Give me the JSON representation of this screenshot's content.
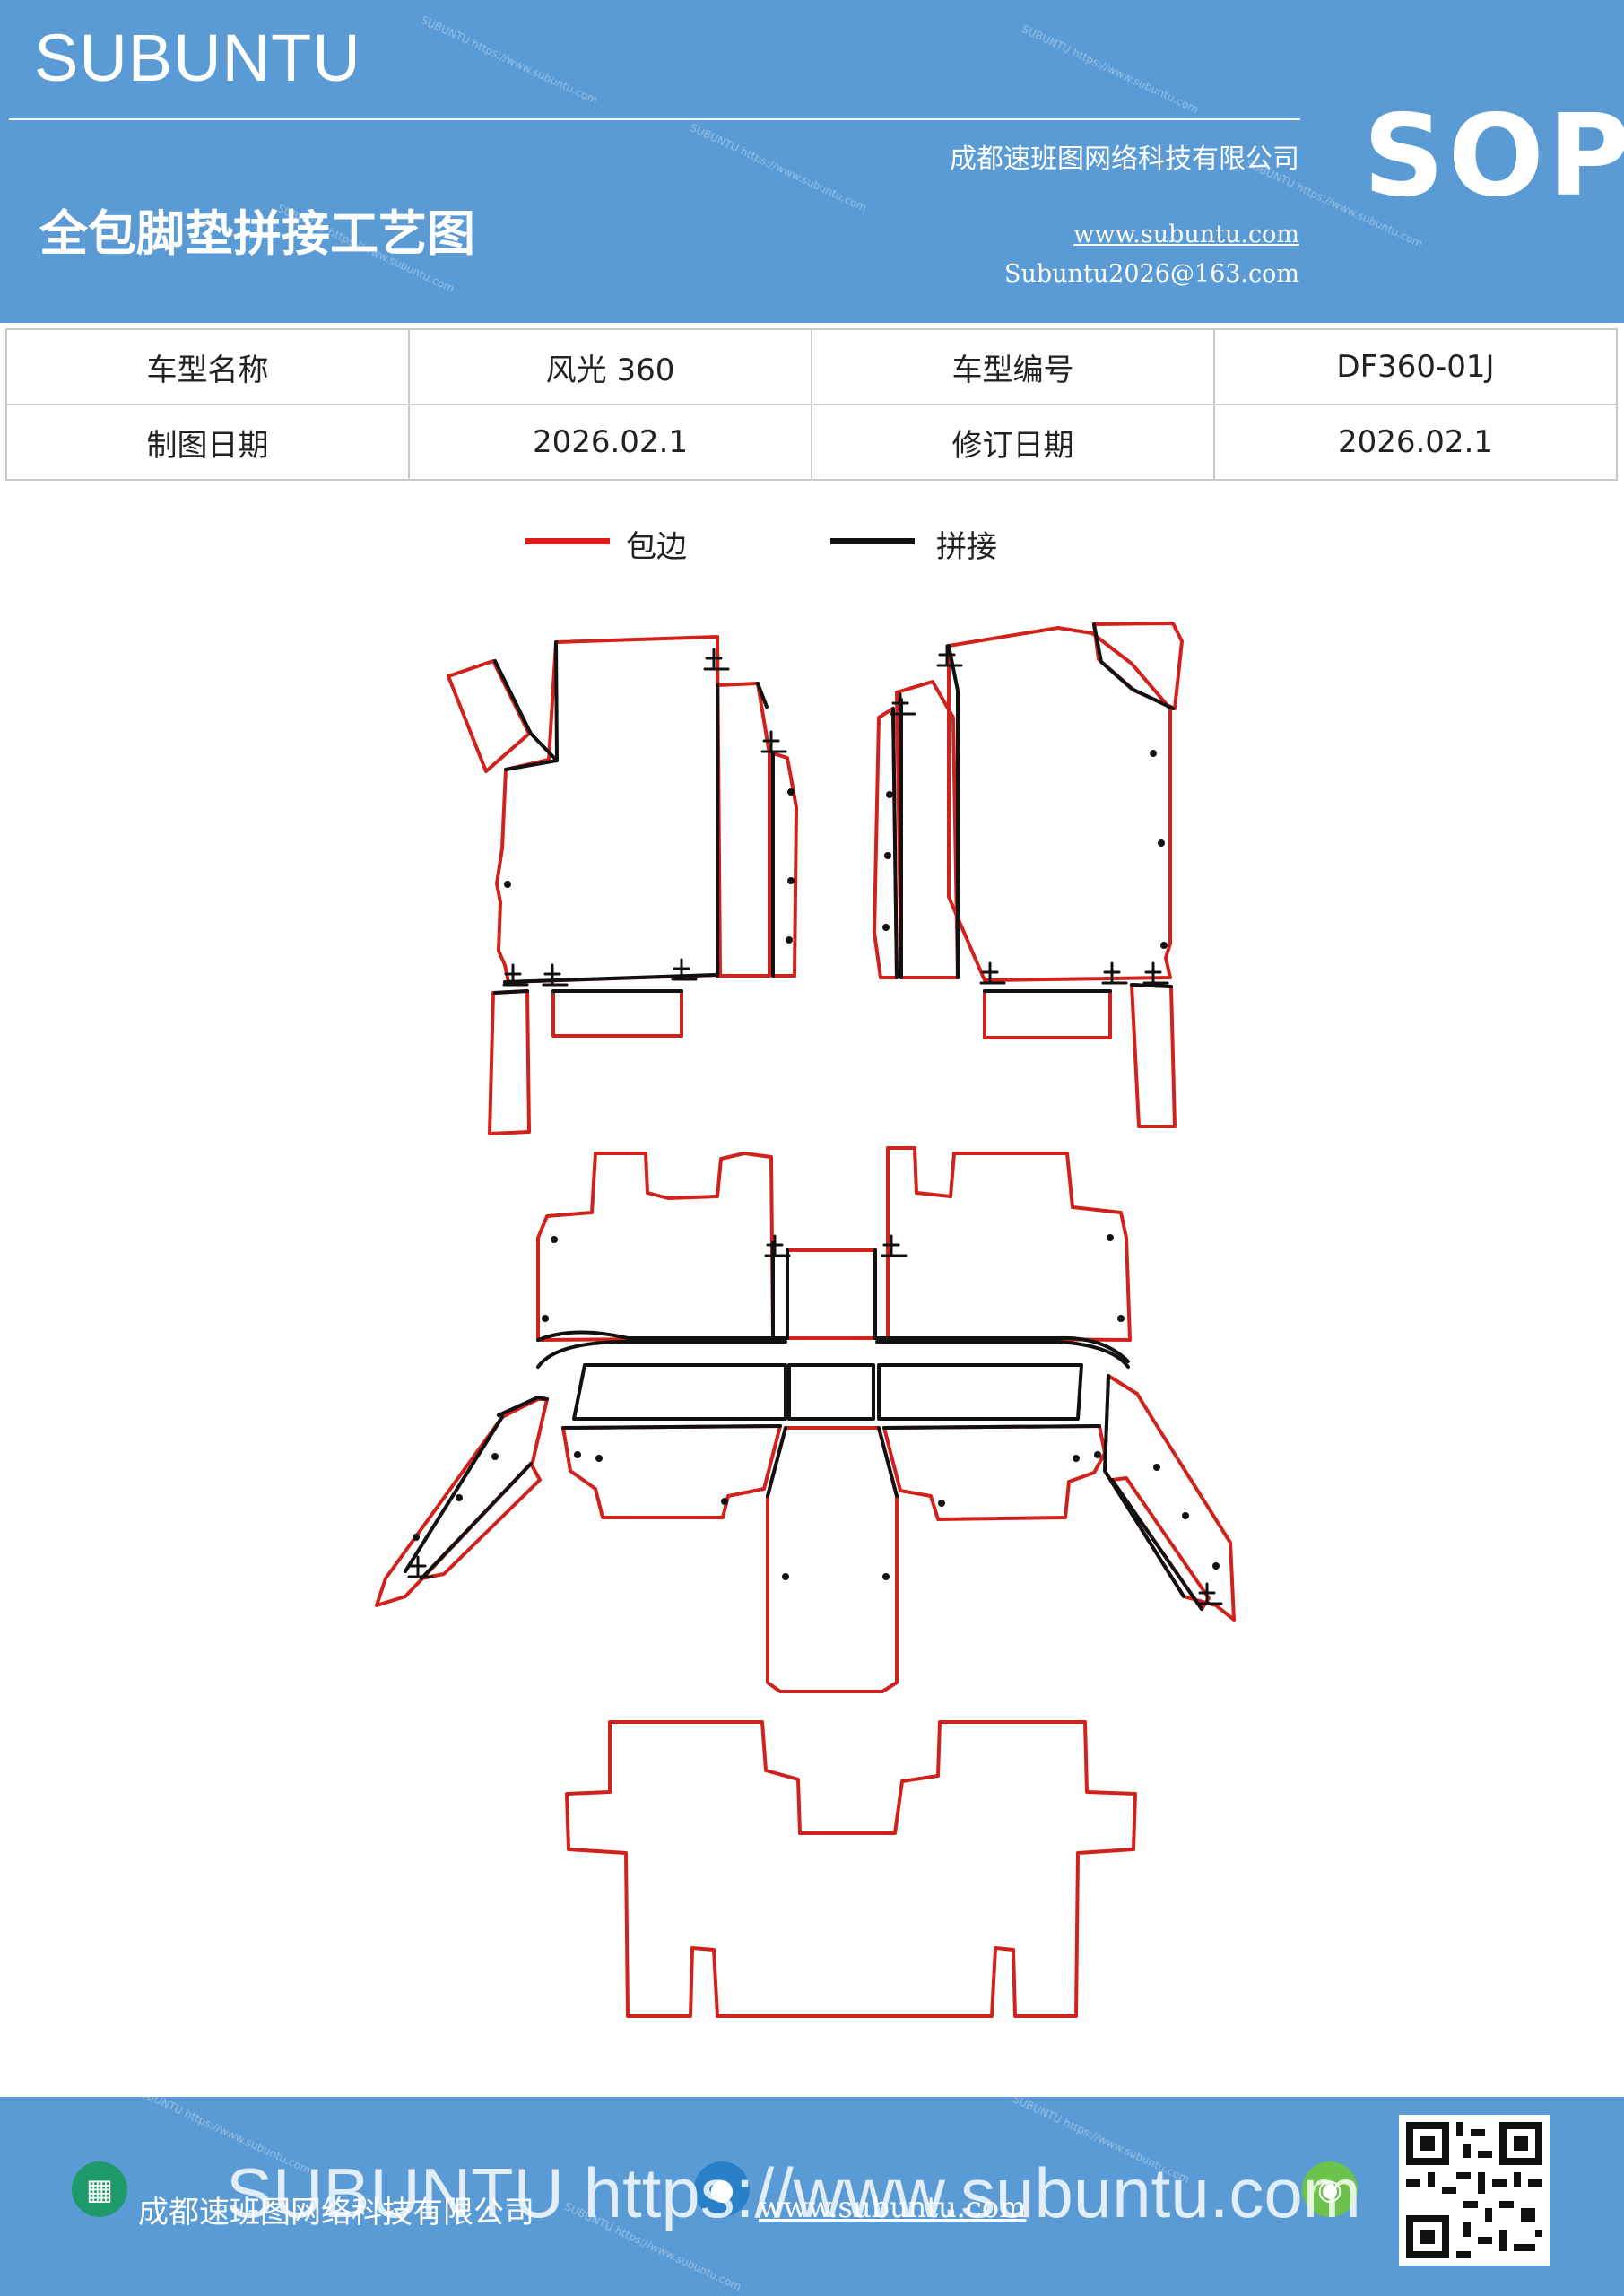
{
  "header": {
    "brand": "SUBUNTU",
    "company": "成都速班图网络科技有限公司",
    "doc_title": "全包脚垫拼接工艺图",
    "website": "www.subuntu.com",
    "email": "Subuntu2026@163.com",
    "badge": "SOP",
    "background_color": "#5b9bd5"
  },
  "info_table": {
    "rows": [
      [
        "车型名称",
        "风光 360",
        "车型编号",
        "DF360-01J"
      ],
      [
        "制图日期",
        "2026.02.1",
        "修订日期",
        "2026.02.1"
      ]
    ]
  },
  "legend": {
    "items": [
      {
        "label": "包边",
        "color": "#e11a1a"
      },
      {
        "label": "拼接",
        "color": "#111111"
      }
    ]
  },
  "drawing": {
    "edge_color": "#d0211b",
    "seam_color": "#111111"
  },
  "footer": {
    "company": "成都速班图网络科技有限公司",
    "url": "www.subuntu.com",
    "watermark": "SUBUNTU https://www.subuntu.com",
    "icons": [
      "building-icon",
      "globe-icon",
      "wechat-icon",
      "qr-code"
    ]
  }
}
